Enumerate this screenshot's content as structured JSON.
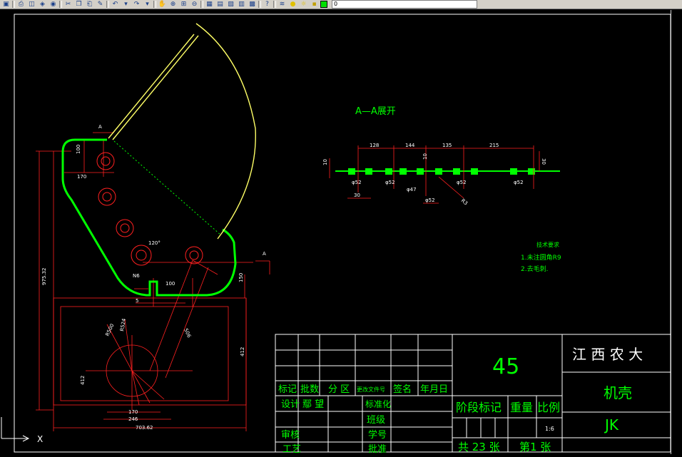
{
  "toolbar": {
    "icons": [
      "save-icon",
      "print-icon",
      "preview-icon",
      "plot-icon",
      "cut-icon",
      "copy-icon",
      "paste-icon",
      "match-icon",
      "undo-icon",
      "redo-icon",
      "pan-icon",
      "zoom-realtime-icon",
      "zoom-window-icon",
      "zoom-previous-icon",
      "properties-icon",
      "design-center-icon",
      "tool-palette-icon",
      "sheet-icon",
      "calculator-icon",
      "help-icon",
      "layers-icon",
      "bulb-icon",
      "sun-icon",
      "lock-icon",
      "color-icon"
    ],
    "layer_value": "0"
  },
  "drawing": {
    "section_label": "A",
    "section_label_right": "A",
    "view_title": "A—A展开",
    "tech_req_title": "技术要求",
    "tech_req_1": "1.未注圆角R9",
    "tech_req_2": "2.去毛刺.",
    "dims_left": {
      "d100_top": "100",
      "d170": "170",
      "d120deg": "120°",
      "n6": "N6",
      "d100_bottom": "100",
      "d5": "5",
      "d150": "150",
      "d975": "975.32",
      "d412": "412",
      "d412b": "412",
      "d506": "506",
      "r500": "R500",
      "r524": "R524",
      "d170b": "170",
      "d246": "246",
      "d703": "703.62"
    },
    "dims_section": {
      "d128": "128",
      "d144": "144",
      "d135": "135",
      "d215": "215",
      "d10": "10",
      "d30": "30",
      "d30b": "30",
      "phi52a": "φ52",
      "phi52b": "φ52",
      "phi47": "φ47",
      "phi52c": "φ52",
      "phi52d": "φ52",
      "phi52e": "φ52",
      "r3": "R3",
      "d10b": "10"
    }
  },
  "title_block": {
    "material": "45",
    "school": "江 西 农 大",
    "part_name": "机壳",
    "code": "JK",
    "rev_mark": "标记",
    "count": "批数",
    "zone": "分 区",
    "change_doc": "更改文件号",
    "signature": "签名",
    "date": "年月日",
    "design": "设计",
    "designer": "鄢 望",
    "standardize": "标准化",
    "class": "班级",
    "review": "审核",
    "student_id": "学号",
    "process": "工艺",
    "approve": "批准",
    "stage_mark": "阶段标记",
    "weight": "重量",
    "scale": "比例",
    "scale_value": "1:6",
    "total_sheets": "共 23 张",
    "sheet_no": "第1 张"
  },
  "colors": {
    "background": "#000000",
    "outline": "#00ff00",
    "dims": "#ff0000",
    "text": "#ffffff",
    "yellow": "#ffff66"
  }
}
